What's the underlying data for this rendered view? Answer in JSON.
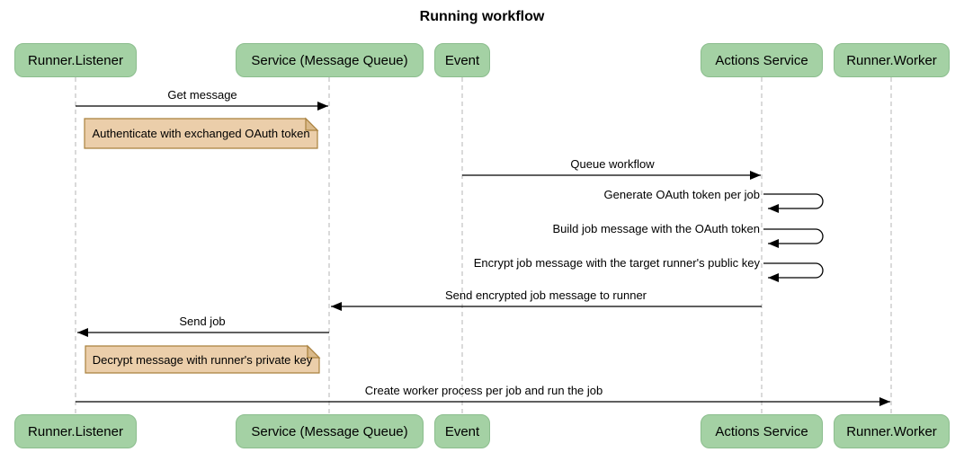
{
  "title": "Running workflow",
  "theme": {
    "bg_color": "#ffffff",
    "actor_fill": "#a4d1a4",
    "actor_border": "#8bbd8d",
    "note_fill": "#ebceaa",
    "note_border": "#a9813e",
    "note_fold": "#d9b98a",
    "line_color": "#000000",
    "lifeline_color": "#b5b5b5",
    "text_color": "#000000"
  },
  "actors": [
    {
      "label": "Runner.Listener"
    },
    {
      "label": "Service (Message Queue)"
    },
    {
      "label": "Event"
    },
    {
      "label": "Actions Service"
    },
    {
      "label": "Runner.Worker"
    }
  ],
  "messages": [
    {
      "label": "Get message",
      "from": "Runner.Listener",
      "to": "Service (Message Queue)"
    },
    {
      "label": "Queue workflow",
      "from": "Event",
      "to": "Actions Service"
    },
    {
      "label": "Generate OAuth token per job",
      "from": "Actions Service",
      "to": "Actions Service",
      "self": true
    },
    {
      "label": "Build job message with the OAuth token",
      "from": "Actions Service",
      "to": "Actions Service",
      "self": true
    },
    {
      "label": "Encrypt job message with the target runner's public key",
      "from": "Actions Service",
      "to": "Actions Service",
      "self": true
    },
    {
      "label": "Send encrypted job message to runner",
      "from": "Actions Service",
      "to": "Service (Message Queue)"
    },
    {
      "label": "Send job",
      "from": "Service (Message Queue)",
      "to": "Runner.Listener"
    },
    {
      "label": "Create worker process per job and run the job",
      "from": "Runner.Listener",
      "to": "Runner.Worker"
    }
  ],
  "notes": [
    {
      "label": "Authenticate with exchanged OAuth token"
    },
    {
      "label": "Decrypt message with runner's private key"
    }
  ]
}
